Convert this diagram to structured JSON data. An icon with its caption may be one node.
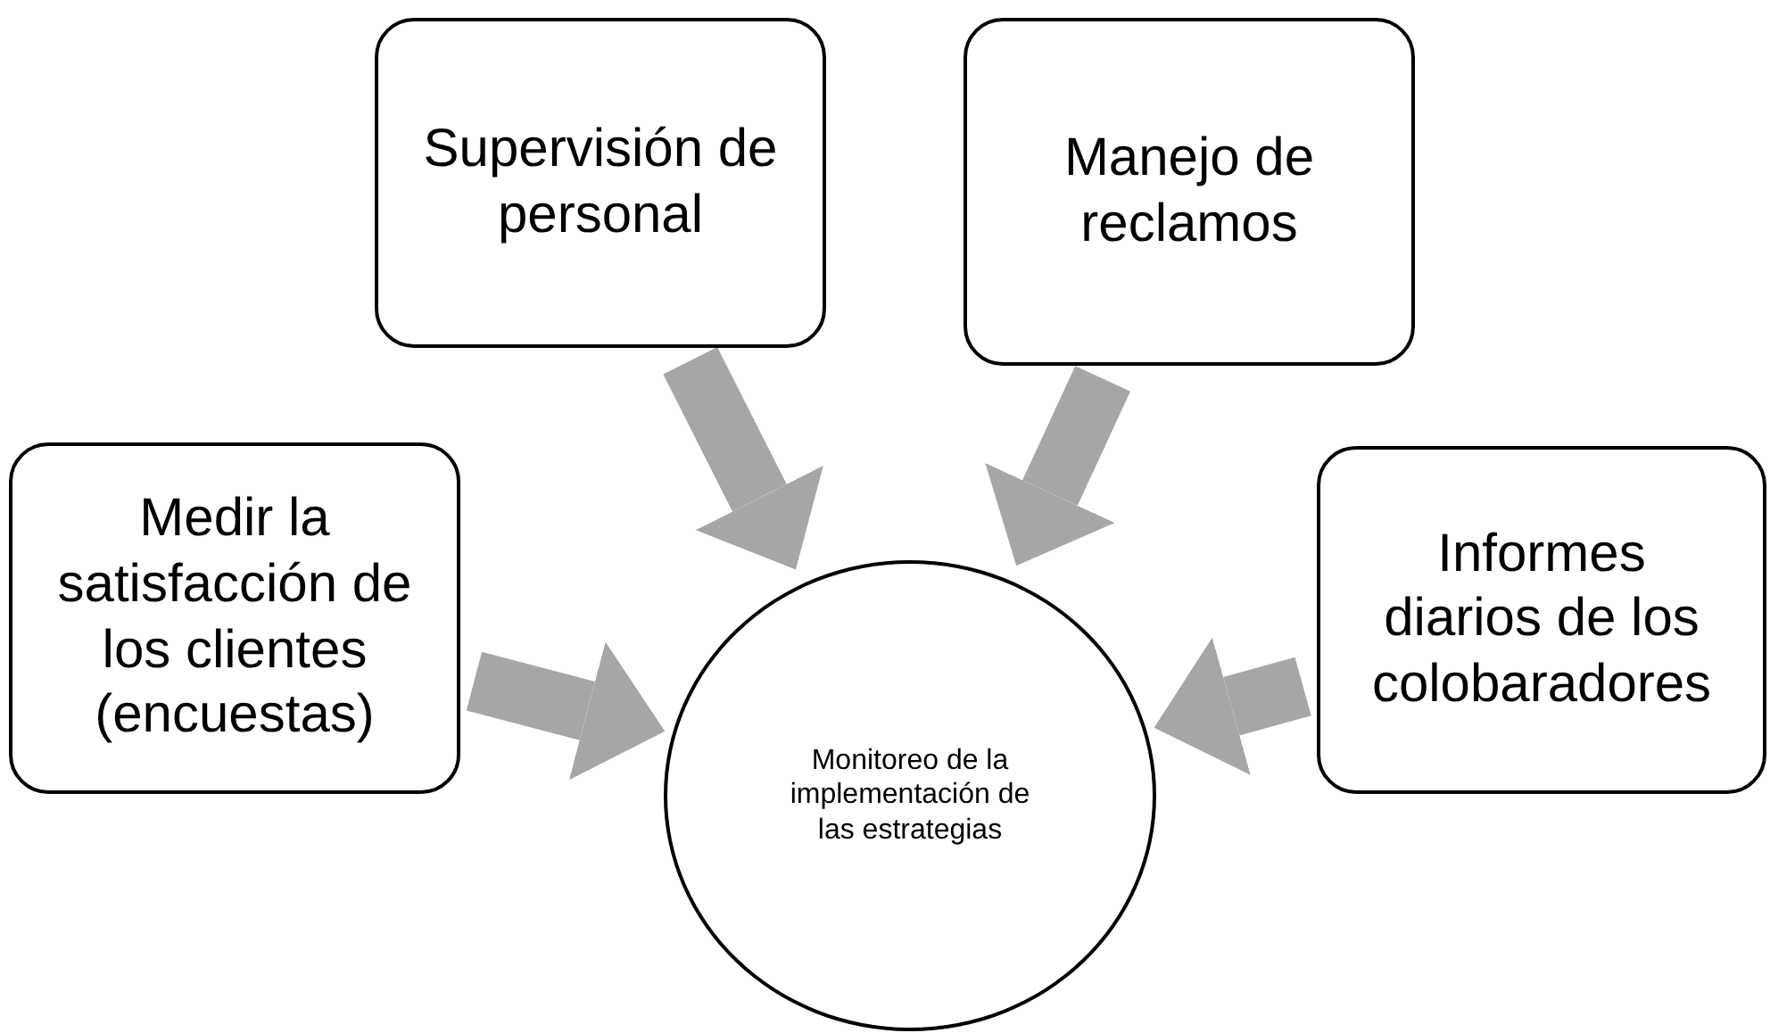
{
  "diagram": {
    "nodes": [
      {
        "text": [
          "Supervisión de personal"
        ]
      },
      {
        "text": [
          "Manejo de reclamos"
        ]
      },
      {
        "text": [
          "Medir la satisfacción de los clientes (encuestas)"
        ]
      },
      {
        "text": [
          "Informes diarios  de los colobaradores"
        ]
      },
      {
        "text": [
          "Monitoreo de la implementación de las estrategias"
        ]
      }
    ],
    "edges": [
      {
        "from": 0,
        "to": 4,
        "arrow": "to"
      },
      {
        "from": 1,
        "to": 4,
        "arrow": "to"
      },
      {
        "from": 2,
        "to": 4,
        "arrow": "to"
      },
      {
        "from": 3,
        "to": 4,
        "arrow": "to"
      }
    ]
  }
}
